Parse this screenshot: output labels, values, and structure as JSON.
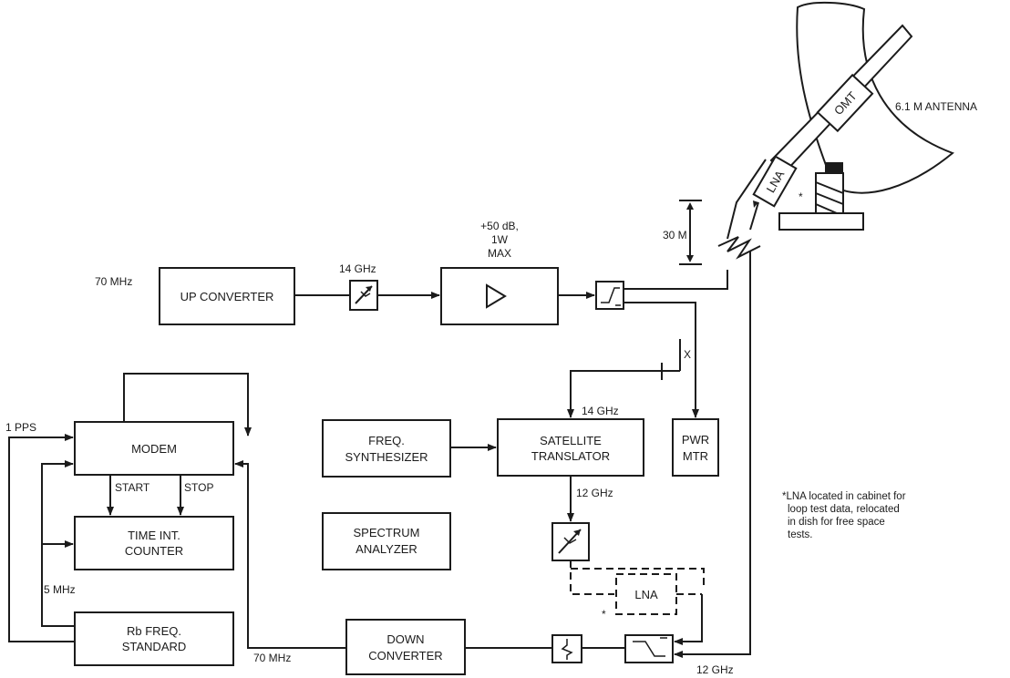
{
  "blocks": {
    "up_converter": "UP CONVERTER",
    "modem": "MODEM",
    "time_counter_1": "TIME INT.",
    "time_counter_2": "COUNTER",
    "rb_std_1": "Rb FREQ.",
    "rb_std_2": "STANDARD",
    "freq_synth_1": "FREQ.",
    "freq_synth_2": "SYNTHESIZER",
    "spectrum_1": "SPECTRUM",
    "spectrum_2": "ANALYZER",
    "sat_trans_1": "SATELLITE",
    "sat_trans_2": "TRANSLATOR",
    "pwr_mtr_1": "PWR",
    "pwr_mtr_2": "MTR",
    "lna_dashed": "LNA",
    "down_conv_1": "DOWN",
    "down_conv_2": "CONVERTER"
  },
  "labels": {
    "if_70_top": "70 MHz",
    "pps": "1 PPS",
    "start": "START",
    "stop": "STOP",
    "mhz5": "5 MHz",
    "if_70_bottom": "70 MHz",
    "ghz14_top": "14 GHz",
    "amp_1": "+50 dB,",
    "amp_2": "1W",
    "amp_3": "MAX",
    "ghz14_mid": "14 GHz",
    "x_mark": "X",
    "ghz12_mid": "12 GHz",
    "ghz12_bottom": "12 GHz",
    "thirty_m": "30 M",
    "antenna": "6.1 M ANTENNA",
    "omt": "OMT",
    "lna_antenna": "LNA",
    "asterisk": "*"
  },
  "note": {
    "line1": "*LNA located in cabinet for",
    "line2": "loop test data, relocated",
    "line3": "in dish for free space",
    "line4": "tests."
  }
}
